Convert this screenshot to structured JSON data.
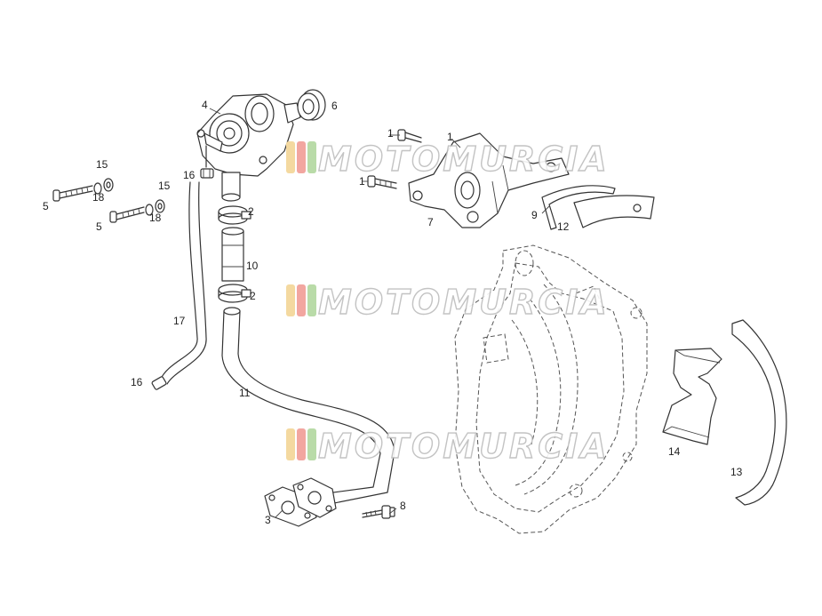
{
  "watermark": {
    "text": "MOTOMURCIA",
    "stripe_colors": [
      "#f4d9a0",
      "#f2a6a0",
      "#b9dba8"
    ]
  },
  "labels": [
    {
      "id": "l4",
      "text": "4"
    },
    {
      "id": "l6",
      "text": "6"
    },
    {
      "id": "l1a",
      "text": "1"
    },
    {
      "id": "l1b",
      "text": "1"
    },
    {
      "id": "l1c",
      "text": "1"
    },
    {
      "id": "l15a",
      "text": "15"
    },
    {
      "id": "l18a",
      "text": "18"
    },
    {
      "id": "l5a",
      "text": "5"
    },
    {
      "id": "l16a",
      "text": "16"
    },
    {
      "id": "l15b",
      "text": "15"
    },
    {
      "id": "l18b",
      "text": "18"
    },
    {
      "id": "l5b",
      "text": "5"
    },
    {
      "id": "l2a",
      "text": "2"
    },
    {
      "id": "l10",
      "text": "10"
    },
    {
      "id": "l2b",
      "text": "2"
    },
    {
      "id": "l17",
      "text": "17"
    },
    {
      "id": "l16b",
      "text": "16"
    },
    {
      "id": "l11",
      "text": "11"
    },
    {
      "id": "l7",
      "text": "7"
    },
    {
      "id": "l9",
      "text": "9"
    },
    {
      "id": "l12",
      "text": "12"
    },
    {
      "id": "l14",
      "text": "14"
    },
    {
      "id": "l13",
      "text": "13"
    },
    {
      "id": "l3",
      "text": "3"
    },
    {
      "id": "l8",
      "text": "8"
    }
  ]
}
